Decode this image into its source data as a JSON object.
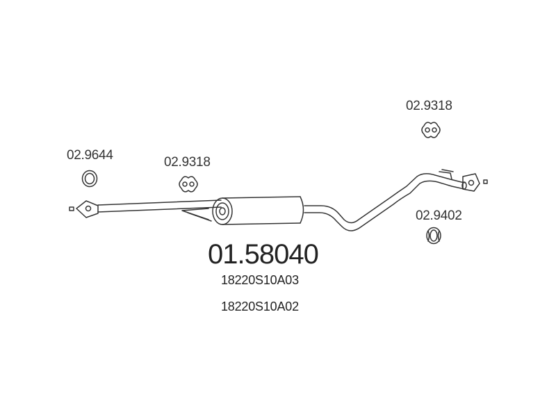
{
  "parts": {
    "gasket_left": "02.9644",
    "hanger_left": "02.9318",
    "hanger_right": "02.9318",
    "ring_right": "02.9402"
  },
  "main_part": {
    "number": "01.58040",
    "oem_1": "18220S10A03",
    "oem_2": "18220S10A02"
  },
  "colors": {
    "stroke": "#333333",
    "text": "#222222"
  }
}
